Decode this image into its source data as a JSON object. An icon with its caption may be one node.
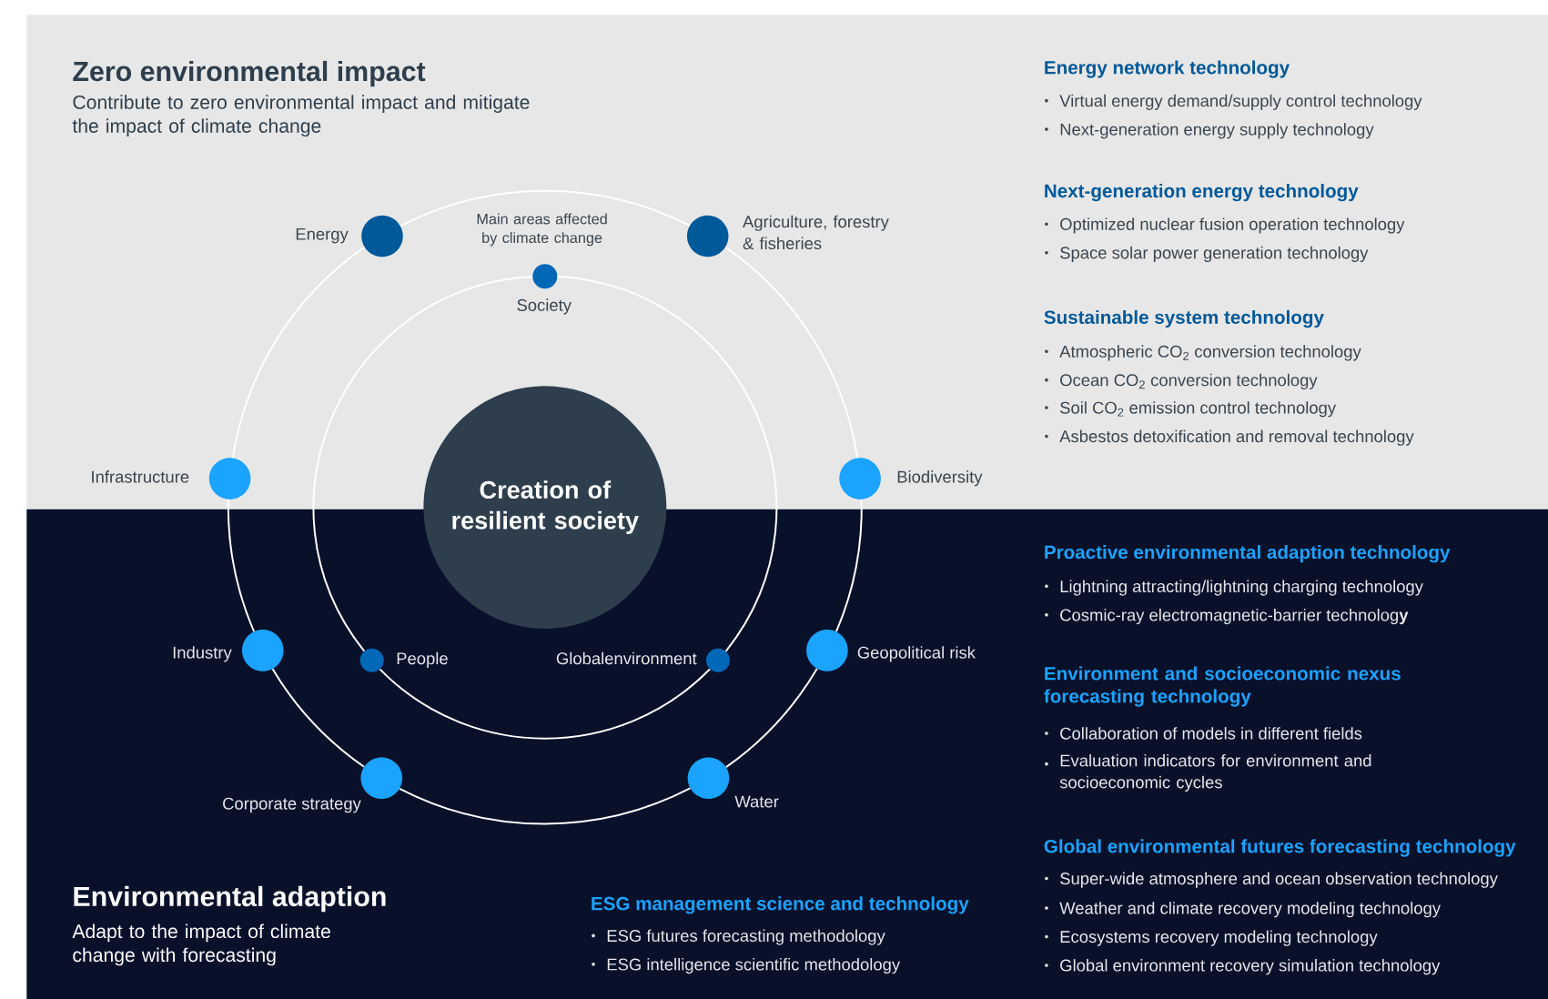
{
  "diagram": {
    "nodes": [
      {
        "text": [
          "Creation of resilient society"
        ]
      },
      {
        "text": [],
        "shape": "circle",
        "beside": [
          "Energy"
        ]
      },
      {
        "text": [],
        "shape": "circle",
        "beside": [
          "Agriculture, forestry & fisheries"
        ]
      },
      {
        "text": [],
        "shape": "circle",
        "beside": [
          "Society"
        ]
      },
      {
        "text": [],
        "shape": "circle",
        "beside": [
          "Infrastructure"
        ]
      },
      {
        "text": [],
        "shape": "circle",
        "beside": [
          "Biodiversity"
        ]
      },
      {
        "text": [],
        "shape": "circle",
        "beside": [
          "Industry"
        ]
      },
      {
        "text": [],
        "shape": "circle",
        "beside": [
          "People"
        ]
      },
      {
        "text": [],
        "shape": "circle",
        "beside": [
          "Globalenvironment"
        ]
      },
      {
        "text": [],
        "shape": "circle",
        "beside": [
          "Geopolitical risk"
        ]
      },
      {
        "text": [],
        "shape": "circle",
        "beside": [
          "Corporate strategy"
        ]
      },
      {
        "text": [],
        "shape": "circle",
        "beside": [
          "Water"
        ]
      }
    ],
    "edges": [
      {
        "from": 1,
        "to": 2,
        "arrow": "none"
      },
      {
        "from": 2,
        "to": 5,
        "arrow": "none"
      },
      {
        "from": 5,
        "to": 9,
        "arrow": "none"
      },
      {
        "from": 9,
        "to": 11,
        "arrow": "none"
      },
      {
        "from": 11,
        "to": 10,
        "arrow": "none"
      },
      {
        "from": 10,
        "to": 6,
        "arrow": "none"
      },
      {
        "from": 6,
        "to": 4,
        "arrow": "none"
      },
      {
        "from": 4,
        "to": 1,
        "arrow": "none"
      },
      {
        "from": 3,
        "to": 8,
        "arrow": "none"
      },
      {
        "from": 8,
        "to": 7,
        "arrow": "none"
      },
      {
        "from": 7,
        "to": 3,
        "arrow": "none"
      }
    ],
    "labels": [
      "Zero environmental impact",
      "Contribute to zero environmental impact and mitigate the impact of climate change",
      "Energy network technology",
      "Virtual energy demand/supply control technology",
      "Next-generation energy supply technology",
      "Next-generation energy technology",
      "Optimized nuclear fusion operation technology",
      "Space solar power generation technology",
      "Main areas affected by climate change",
      "Sustainable system technology",
      "Atmospheric CO$_{2}$ conversion technology",
      "Ocean CO$_{2}$ conversion technology",
      "Soil CO$_{2}$ emission control technology",
      "Asbestos detoxification and removal technology",
      "Proactive environmental adaption technology",
      "Lightning attracting/lightning charging technology",
      "Cosmic-ray electromagnetic-barrier technolog**y**",
      "Environment and socioeconomic nexus forecasting technology",
      "Collaboration of models in different fields",
      "Evaluation indicators for environment and socioeconomic cycles",
      "Global environmental futures forecasting technology",
      "Super-wide atmosphere and ocean observation technology",
      "Weather and climate recovery modeling technology",
      "Ecosystems recovery modeling technology",
      "Global environment recovery simulation technology",
      "Environmental adaption",
      "Adapt to the impact of climate change with forecasting",
      "ESG management science and technology",
      "ESG futures forecasting methodology",
      "ESG intelligence scientific methodology"
    ]
  }
}
